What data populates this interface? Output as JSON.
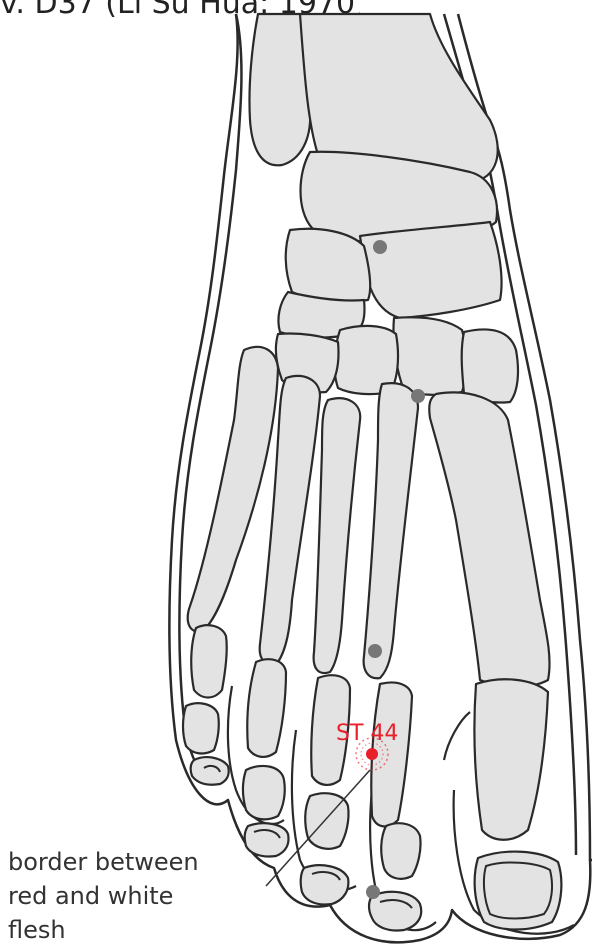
{
  "header": {
    "text": "v. D37 (Li Su Hua: 1970)"
  },
  "point": {
    "label": "ST 44",
    "color": "#e8202a"
  },
  "caption": {
    "lines": [
      "border between",
      "red and white",
      "flesh"
    ]
  },
  "colors": {
    "bone_fill": "#e3e3e3",
    "outline": "#2a2a2a",
    "marker_gray": "#777777"
  }
}
